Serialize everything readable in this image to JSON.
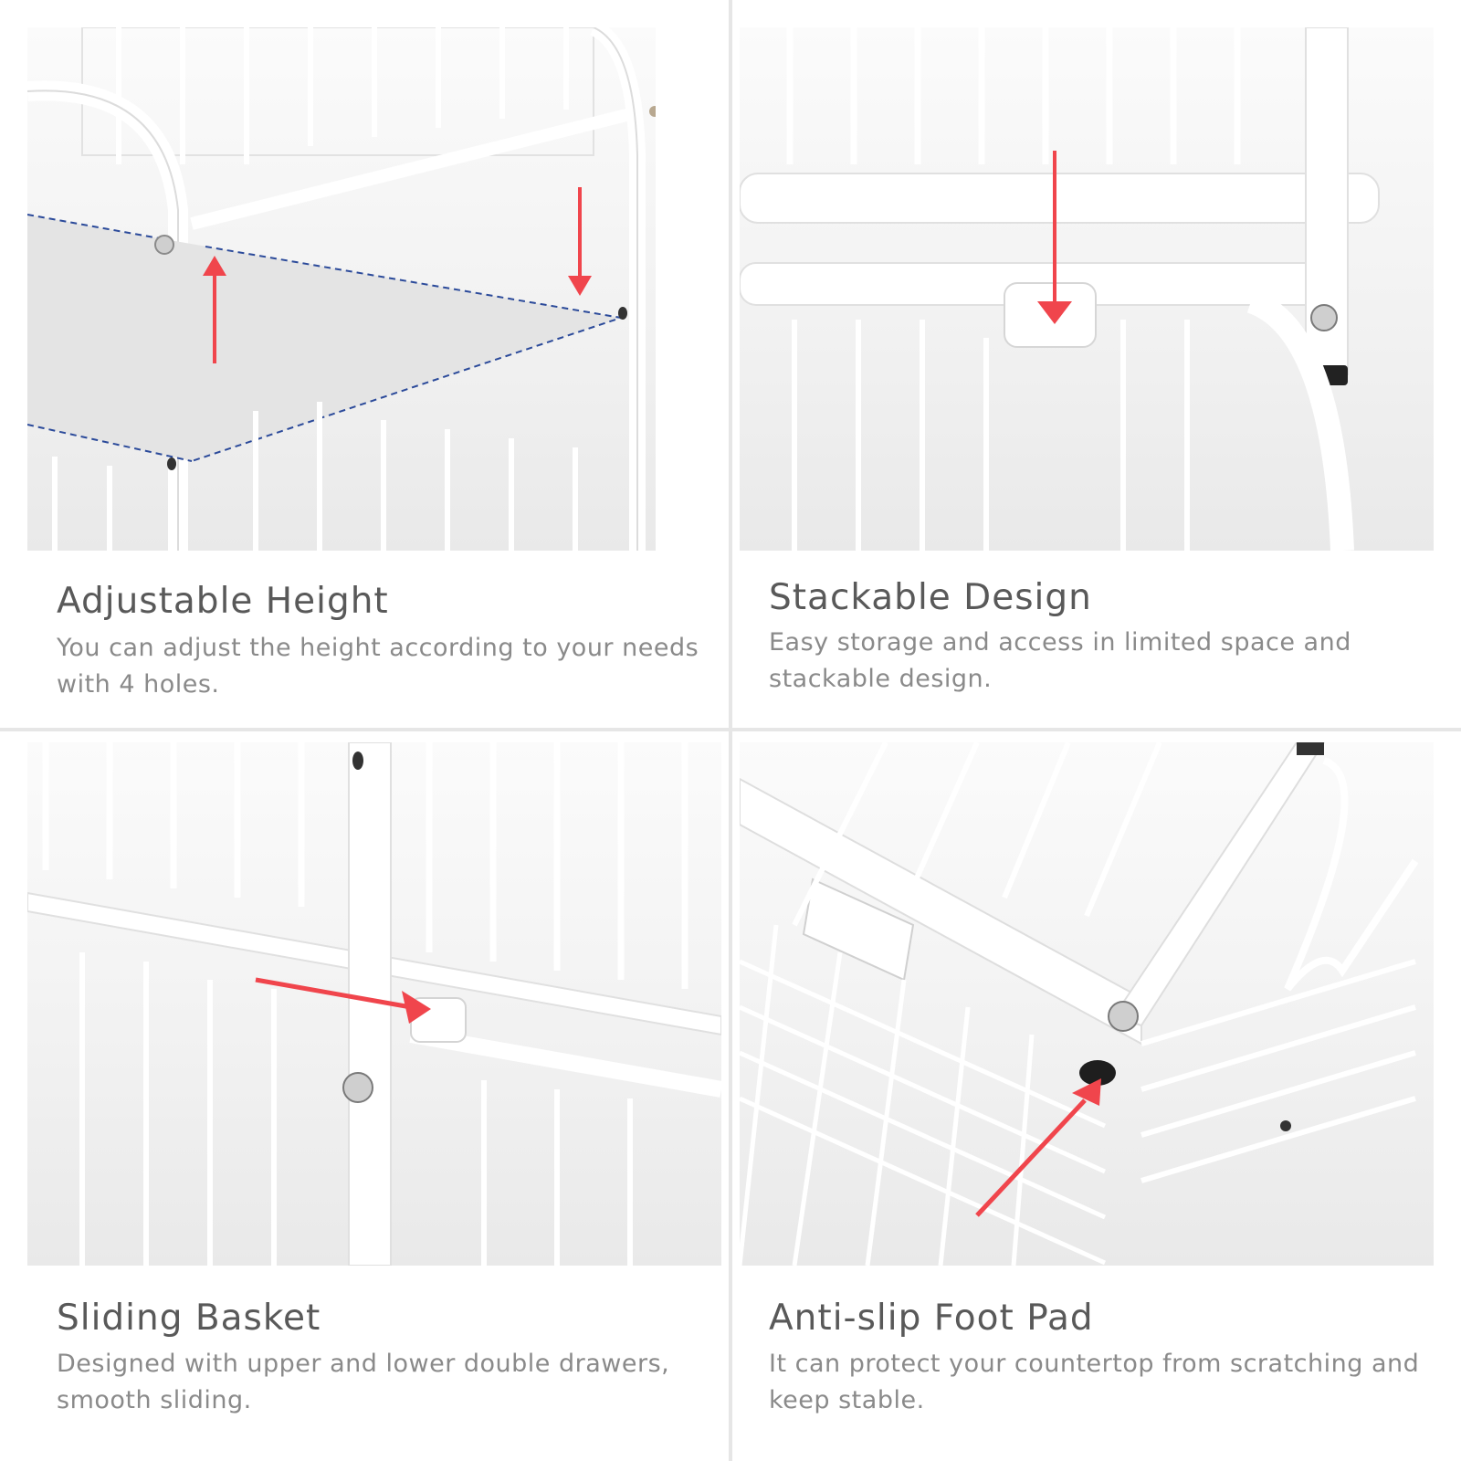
{
  "features": [
    {
      "title": "Adjustable Height",
      "description": "You can adjust the height according to your needs with 4 holes."
    },
    {
      "title": "Stackable Design",
      "description": "Easy storage and access in limited space and stackable design."
    },
    {
      "title": "Sliding Basket",
      "description": "Designed with upper and lower double drawers, smooth sliding."
    },
    {
      "title": "Anti-slip Foot Pad",
      "description": "It can protect your countertop from scratching and keep stable."
    }
  ],
  "colors": {
    "accent_arrow": "#f0454c",
    "dashed_guide": "#2b4a9a",
    "title_text": "#595959",
    "body_text": "#8a8a8a",
    "wire": "#ffffff",
    "divider": "#e6e6e6"
  },
  "icons": [
    "red-arrow-icon",
    "screw-icon",
    "foot-pad-icon"
  ]
}
